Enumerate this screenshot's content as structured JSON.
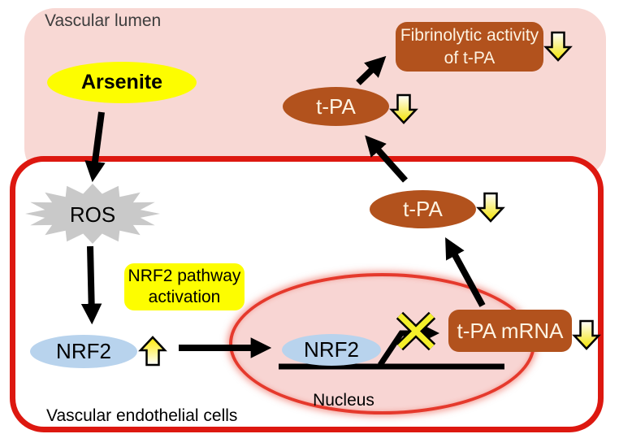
{
  "regions": {
    "lumen_label": "Vascular lumen",
    "cell_label": "Vascular endothelial cells",
    "nucleus_label": "Nucleus"
  },
  "nodes": {
    "arsenite": "Arsenite",
    "ros": "ROS",
    "nrf2": "NRF2",
    "nrf2_nucleus": "NRF2",
    "pathway_line1": "NRF2 pathway",
    "pathway_line2": "activation",
    "tpa_mrna": "t-PA mRNA",
    "tpa_cell": "t-PA",
    "tpa_lumen": "t-PA",
    "fibrinolytic_line1": "Fibrinolytic activity",
    "fibrinolytic_line2": "of t-PA"
  },
  "colors": {
    "lumen_bg": "#f8d8d4",
    "cell_border": "#dd1810",
    "nucleus_bg": "#f8d5d3",
    "nucleus_border": "#e5392c",
    "brown": "#b2521d",
    "yellow": "#fdfd00",
    "blue": "#b8d3ed",
    "gray_star": "#c9c9c9"
  }
}
